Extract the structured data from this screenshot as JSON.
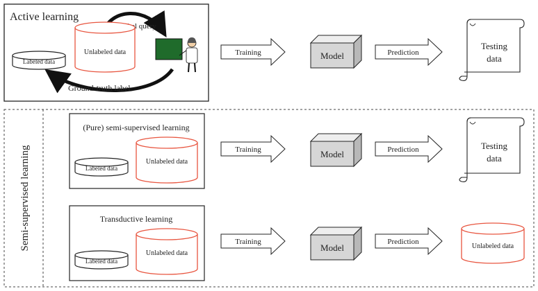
{
  "colors": {
    "stroke": "#222222",
    "accent_red": "#e8553f",
    "cube_front": "#d6d6d6",
    "cube_top": "#eeeeee",
    "cube_side": "#b8b8b8",
    "board": "#1f6b2b"
  },
  "active": {
    "title": "Active learning",
    "label_query": "Label query",
    "unlabeled": "Unlabeled data",
    "labeled": "Labeled data",
    "ground_truth": "Ground-truth label",
    "oracle_icon": "teacher-at-board-icon",
    "training": "Training",
    "model": "Model",
    "prediction": "Prediction",
    "testing_line1": "Testing",
    "testing_line2": "data"
  },
  "semi": {
    "section_label": "Semi-supervised learning",
    "pure": {
      "title": "(Pure) semi-supervised learning",
      "labeled": "Labeled data",
      "unlabeled": "Unlabeled data",
      "training": "Training",
      "model": "Model",
      "prediction": "Prediction",
      "testing_line1": "Testing",
      "testing_line2": "data"
    },
    "transductive": {
      "title": "Transductive learning",
      "labeled": "Labeled data",
      "unlabeled": "Unlabeled data",
      "training": "Training",
      "model": "Model",
      "prediction": "Prediction",
      "output": "Unlabeled data"
    }
  }
}
